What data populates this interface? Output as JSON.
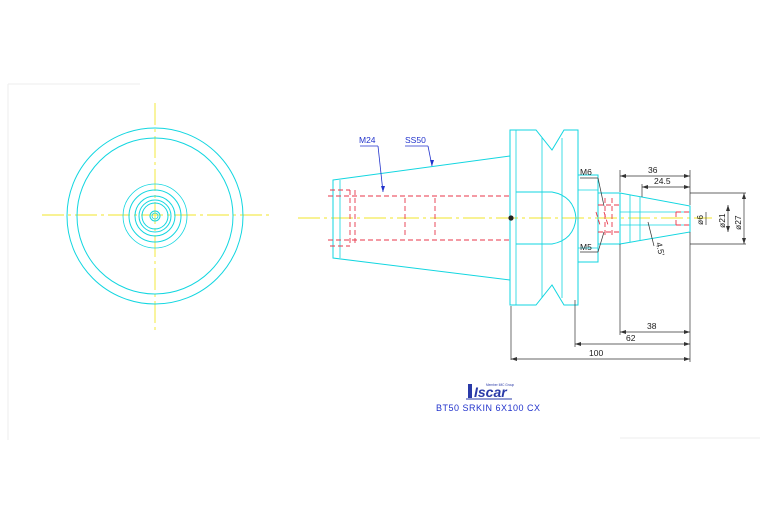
{
  "drawing": {
    "callouts": {
      "m24": "M24",
      "ss50": "SS50",
      "m6": "M6",
      "m5": "M5"
    },
    "dimensions": {
      "d36": "36",
      "d24_5": "24.5",
      "dia6": "ø6",
      "dia21": "ø21",
      "dia27": "ø27",
      "angle": "4.5'",
      "d38": "38",
      "d62": "62",
      "d100": "100"
    },
    "title_block": {
      "logo_text": "Iscar",
      "logo_small": "Member IMC Group",
      "part_name": "BT50  SRKIN  6X100  CX"
    },
    "colors": {
      "outline": "#12d6e0",
      "centerline": "#f2e62a",
      "hidden": "#e8364a",
      "dimension": "#333333",
      "callout": "#2233cc"
    }
  }
}
